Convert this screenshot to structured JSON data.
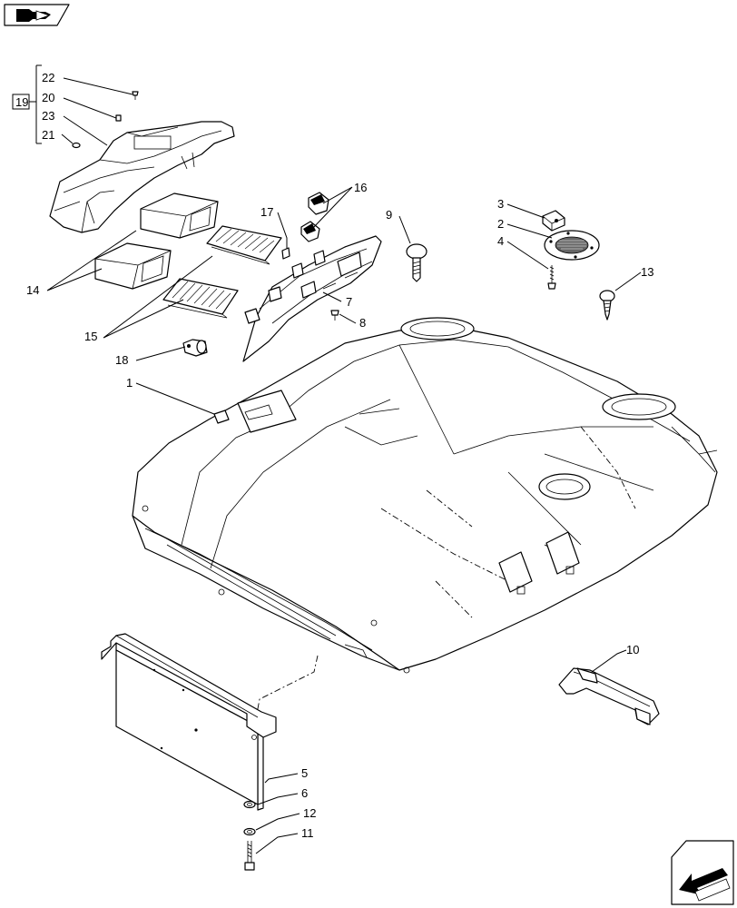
{
  "callouts": {
    "c1": "1",
    "c2": "2",
    "c3": "3",
    "c4": "4",
    "c5": "5",
    "c6": "6",
    "c7": "7",
    "c8": "8",
    "c9": "9",
    "c10": "10",
    "c11": "11",
    "c12": "12",
    "c13": "13",
    "c14": "14",
    "c15": "15",
    "c16": "16",
    "c17": "17",
    "c18": "18",
    "c19": "19",
    "c20": "20",
    "c21": "21",
    "c22": "22",
    "c23": "23"
  },
  "icons": {
    "top_left": "book-arrow-icon",
    "bottom_right": "next-page-arrow-icon"
  }
}
